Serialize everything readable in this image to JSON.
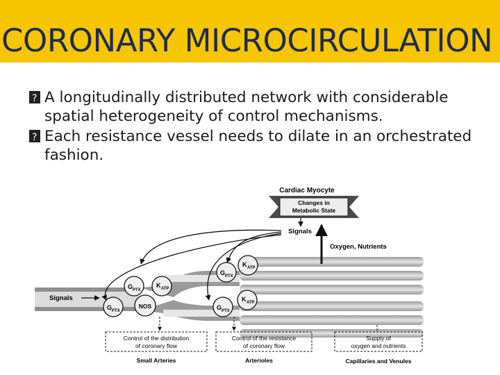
{
  "slide": {
    "title": "CORONARY MICROCIRCULATION",
    "bullets": [
      "A longitudinally distributed network with considerable spatial heterogeneity of control mechanisms.",
      "Each resistance vessel needs to dilate in an orchestrated fashion."
    ],
    "bullet_icon": "missing-glyph-box"
  },
  "diagram": {
    "cardiac_myocyte": "Cardiac Myocyte",
    "metabolic_line1": "Changes in",
    "metabolic_line2": "Metabolic State",
    "signals_top": "Signals",
    "oxygen_nutrients": "Oxygen, Nutrients",
    "signals_left": "Signals",
    "g_ptx": "G",
    "ptx_sub": "PTX",
    "k": "K",
    "atp_sub": "ATP",
    "nos": "NOS",
    "box1_line1": "Control of the distribution",
    "box1_line2": "of coronary flow",
    "box2_line1": "Control of the resistance",
    "box2_line2": "of coronary flow",
    "box3_line1": "Supply of",
    "box3_line2": "oxygen and nutrients",
    "label_small_arteries": "Small Arteries",
    "label_arterioles": "Arterioles",
    "label_capillaries": "Capillaries and Venules"
  },
  "colors": {
    "title_bar": "#f7c600",
    "title_text": "#1f2b52"
  }
}
